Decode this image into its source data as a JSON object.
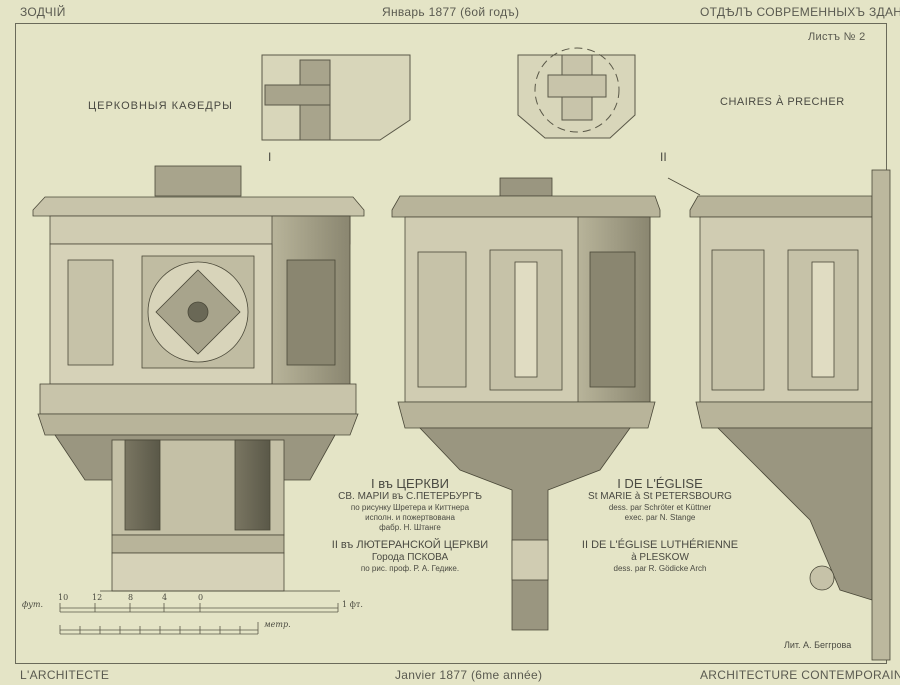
{
  "header": {
    "left": "ЗОДЧІЙ",
    "center": "Январь 1877 (6ой годъ)",
    "right": "ОТДѢЛЪ СОВРЕМЕННЫХЪ ЗДАНІЙ",
    "sheet": "Листъ № 2"
  },
  "titles": {
    "russian": "ЦЕРКОВНЫЯ КАѲЕДРЫ",
    "french": "CHAIRES À PRECHER",
    "numeral_1": "I",
    "numeral_2": "II"
  },
  "captions_ru": {
    "line1": "I въ ЦЕРКВИ",
    "line2": "СВ. МАРІИ въ С.ПЕТЕРБУРГѢ",
    "line3": "по рисунку Шретера и Киттнера",
    "line4": "исполн. и пожертвована",
    "line5": "фабр. Н. Штанге",
    "line6": "II въ ЛЮТЕРАНСКОЙ ЦЕРКВИ",
    "line7": "Города ПСКОВА",
    "line8": "по рис. проф. Р. А. Гедике."
  },
  "captions_fr": {
    "line1": "I DE L'ÉGLISE",
    "line2": "St MARIE à St PETERSBOURG",
    "line3": "dess. par Schröter et Küttner",
    "line4": "exec. par N. Stange",
    "line5": "II DE L'ÉGLISE LUTHÉRIENNE",
    "line6": "à PLESKOW",
    "line7": "dess. par R. Gödicke Arch"
  },
  "scale": {
    "top_label_left": "фут.",
    "top_ticks": [
      "10",
      "12",
      "8",
      "4",
      "0",
      "1 фт."
    ],
    "bottom_label": "метр."
  },
  "lithographer": "Лит. А. Беггрова",
  "footer": {
    "left": "L'ARCHITECTE",
    "center": "Janvier 1877 (6me année)",
    "right": "ARCHITECTURE CONTEMPORAINE"
  }
}
